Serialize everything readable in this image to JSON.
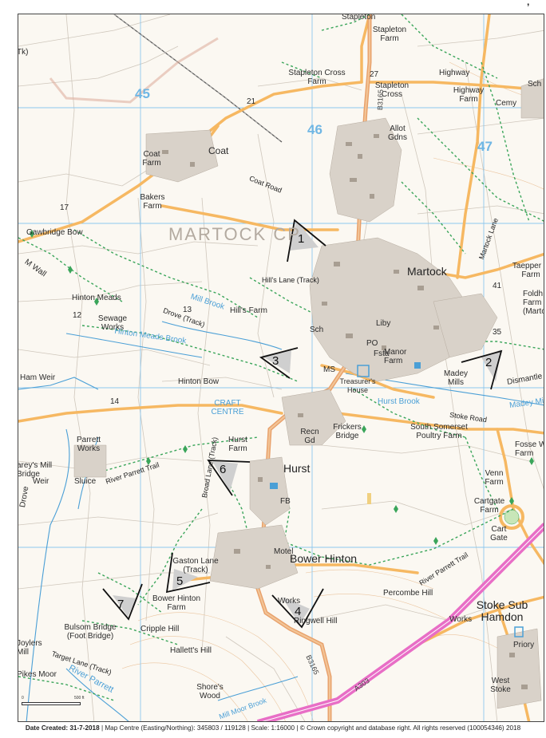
{
  "corner_mark": "’",
  "grid_numbers": {
    "e45": "45",
    "e46": "46",
    "e47": "47"
  },
  "area_label": "MARTOCK CP",
  "places": {
    "stapleton": "Stapleton",
    "stapleton_farm": "Stapleton\nFarm",
    "stapleton_cross_farm": "Stapleton Cross\nFarm",
    "stapleton_cross": "Stapleton\nCross",
    "highway": "Highway",
    "highway_farm": "Highway\nFarm",
    "cemy": "Cemy",
    "sch_top": "Sch",
    "allot": "Allot\nGdns",
    "coat_farm": "Coat\nFarm",
    "coat": "Coat",
    "bakers_farm": "Bakers\nFarm",
    "coat_road": "Coat Road",
    "gawbridge": "Gawbridge Bow",
    "martock": "Martock",
    "martock_lane": "Martock Lane",
    "taepper": "Taepper C\nFarm",
    "foldh": "Foldh\nFarm\n(Marto",
    "hills_lane": "Hill's Lane (Track)",
    "hinton_meads": "Hinton Meads",
    "sewage": "Sewage\nWorks",
    "hinton_meads_brook": "Hinton Meads Brook",
    "drove_track": "Drove (Track)",
    "mill_brook": "Mill Brook",
    "hills_farm": "Hill's Farm",
    "sch_mid": "Sch",
    "liby": "Liby",
    "po": "PO",
    "fsta": "Fsta",
    "manor_farm": "Manor\nFarm",
    "treasurers_house": "Treasurer's\nHouse",
    "ms": "MS",
    "madey_mills": "Madey\nMills",
    "dismantled": "Dismantle",
    "ham_weir": "Ham Weir",
    "hinton_bow": "Hinton Bow",
    "craft_centre": "CRAFT\nCENTRE",
    "hurst_brook": "Hurst Brook",
    "madey_mill": "Madey Mil",
    "stoke_road": "Stoke Road",
    "recn_gd": "Recn\nGd",
    "frickers_bridge": "Frickers\nBridge",
    "south_somerset": "South Somerset\nPoultry Farm",
    "fosse_way": "Fosse Wa\nFarm",
    "parrett_works": "Parrett\nWorks",
    "careys_mill": "arey's Mill\nBridge",
    "weir": "Weir",
    "sluice": "Sluice",
    "river_parrett_trail": "River Parrett Trail",
    "hurst_farm": "Hurst\nFarm",
    "hurst": "Hurst",
    "broad_lane": "Broad Lane (Track)",
    "fb": "FB",
    "venn_farm": "Venn\nFarm",
    "cartgate_farm": "Cartgate\nFarm",
    "cart_gate": "Cart\nGate",
    "river_parrett_trail_e": "River Parrett Trail",
    "motel": "Motel",
    "bower_hinton": "Bower Hinton",
    "gaston_lane": "Gaston Lane\n(Track)",
    "bower_hinton_farm": "Bower Hinton\nFarm",
    "works_mid": "Works",
    "percombe": "Percombe Hill",
    "stoke_sub": "Stoke Sub\nHamdon",
    "works_e": "Works",
    "ringwell": "Ringwell Hill",
    "bulsom": "Bulsom Bridge\n(Foot Bridge)",
    "cripple": "Cripple Hill",
    "halletts": "Hallett's Hill",
    "joylers": "Joylers\nMill",
    "target_lane": "Target Lane (Track)",
    "pikes_moor": "Pikes Moor",
    "river_parrett": "River Parrett",
    "shores_wood": "Shore's\nWood",
    "priory": "Priory",
    "west_stoke": "West\nStoke",
    "mill_moor_brook": "Mill Moor Brook",
    "tk": "Tk)",
    "sch_ne": "Sch",
    "drove_w": "Drove",
    "m_wall": "M Wall",
    "num_27": "27",
    "num_21": "21",
    "num_17": "17",
    "num_14": "14",
    "num_12": "12",
    "num_13": "13",
    "num_41": "41",
    "num_35": "35"
  },
  "roads": {
    "b3165_n": "B3165",
    "b3165_s": "B3165",
    "a303": "A303"
  },
  "viewpoints": [
    {
      "number": "1"
    },
    {
      "number": "2"
    },
    {
      "number": "3"
    },
    {
      "number": "4"
    },
    {
      "number": "5"
    },
    {
      "number": "6"
    },
    {
      "number": "7"
    }
  ],
  "scale_bar": {
    "left": "0",
    "right": "500 ft"
  },
  "footer": {
    "date_label": "Date Created: 31-7-2018",
    "rest": " | Map Centre (Easting/Northing): 345803 / 119128 | Scale: 1:16000 | © Crown copyright and database right. All rights reserved (100054346) 2018"
  },
  "colors": {
    "grid": "#8dc7ee",
    "minor_road": "#f6b862",
    "b_road": "#e8a06a",
    "a_road": "#e86ec6",
    "footpath": "#3aa55a",
    "water": "#4a9fd6",
    "building": "#c9c0b6"
  }
}
